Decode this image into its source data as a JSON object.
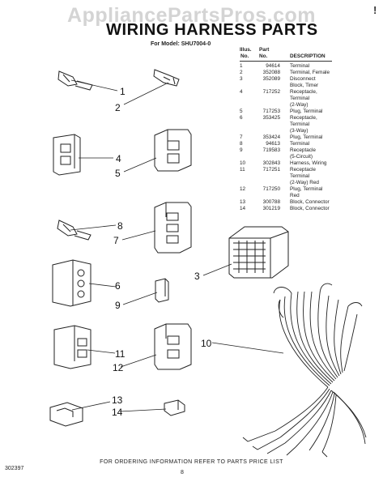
{
  "watermark": "AppliancePartsPros.com",
  "corner_mark": "!",
  "title": "WIRING HARNESS PARTS",
  "subtitle": "For Model: SHU7004-0",
  "table": {
    "headers": {
      "illus_line1": "Illus.",
      "illus_line2": "No.",
      "part_line1": "Part",
      "part_line2": "No.",
      "description": "DESCRIPTION"
    },
    "lines": [
      [
        "1",
        "94614",
        "Terminal"
      ],
      [
        "2",
        "352088",
        "Terminal, Female"
      ],
      [
        "3",
        "352089",
        "Disconnect"
      ],
      [
        "",
        "",
        "Block, Timer"
      ],
      [
        "4",
        "717252",
        "Receptacle,"
      ],
      [
        "",
        "",
        "Terminal"
      ],
      [
        "",
        "",
        "(2-Way)"
      ],
      [
        "5",
        "717253",
        "Plug, Terminal"
      ],
      [
        "6",
        "353425",
        "Receptacle,"
      ],
      [
        "",
        "",
        "Terminal"
      ],
      [
        "",
        "",
        "(3-Way)"
      ],
      [
        "7",
        "353424",
        "Plug, Terminal"
      ],
      [
        "8",
        "94613",
        "Terminal"
      ],
      [
        "9",
        "719583",
        "Receptacle"
      ],
      [
        "",
        "",
        "(5-Circuit)"
      ],
      [
        "10",
        "302843",
        "Harness, Wiring"
      ],
      [
        "11",
        "717251",
        "Receptacle"
      ],
      [
        "",
        "",
        "Terminal"
      ],
      [
        "",
        "",
        "(2-Way) Red"
      ],
      [
        "12",
        "717250",
        "Plug, Terminal"
      ],
      [
        "",
        "",
        "Red"
      ],
      [
        "13",
        "300788",
        "Block, Connector"
      ],
      [
        "14",
        "301219",
        "Block, Connector"
      ]
    ]
  },
  "callouts": [
    "1",
    "2",
    "3",
    "4",
    "5",
    "6",
    "7",
    "8",
    "9",
    "10",
    "11",
    "12",
    "13",
    "14"
  ],
  "footer": "FOR ORDERING INFORMATION REFER TO PARTS PRICE LIST",
  "doc_number": "302397",
  "page_number": "8"
}
